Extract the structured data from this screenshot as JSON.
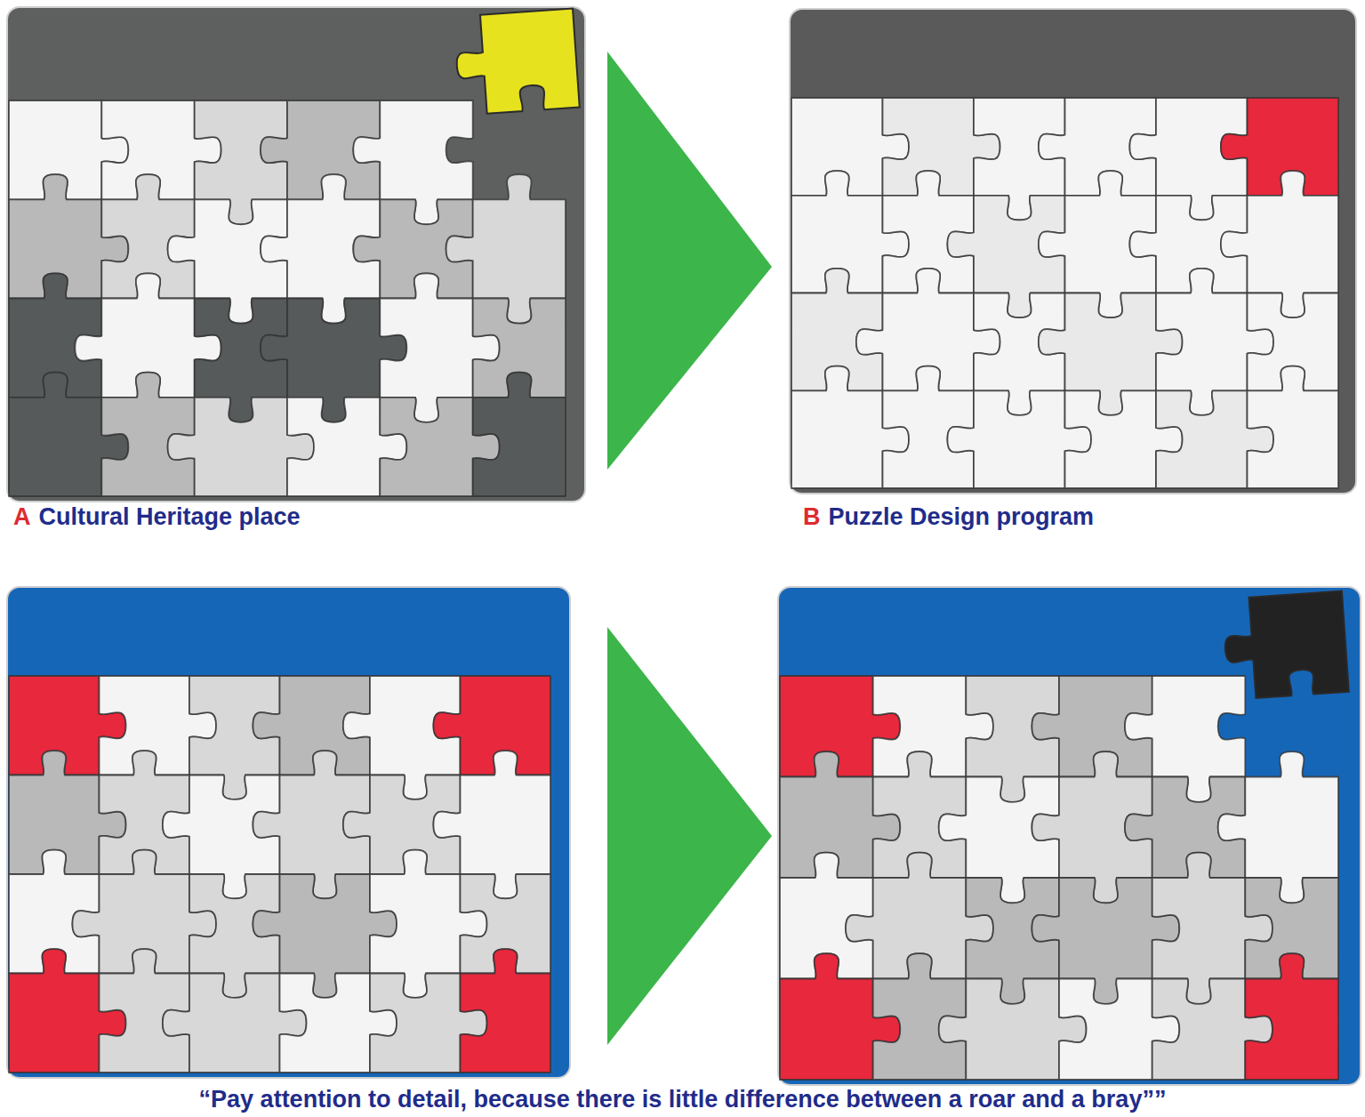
{
  "diagram": {
    "caption": "“Pay attention to detail, because there is little difference between a roar and a bray””",
    "labels": [
      "A",
      "Cultural Heritage place",
      "B",
      "Puzzle Design program"
    ]
  }
}
